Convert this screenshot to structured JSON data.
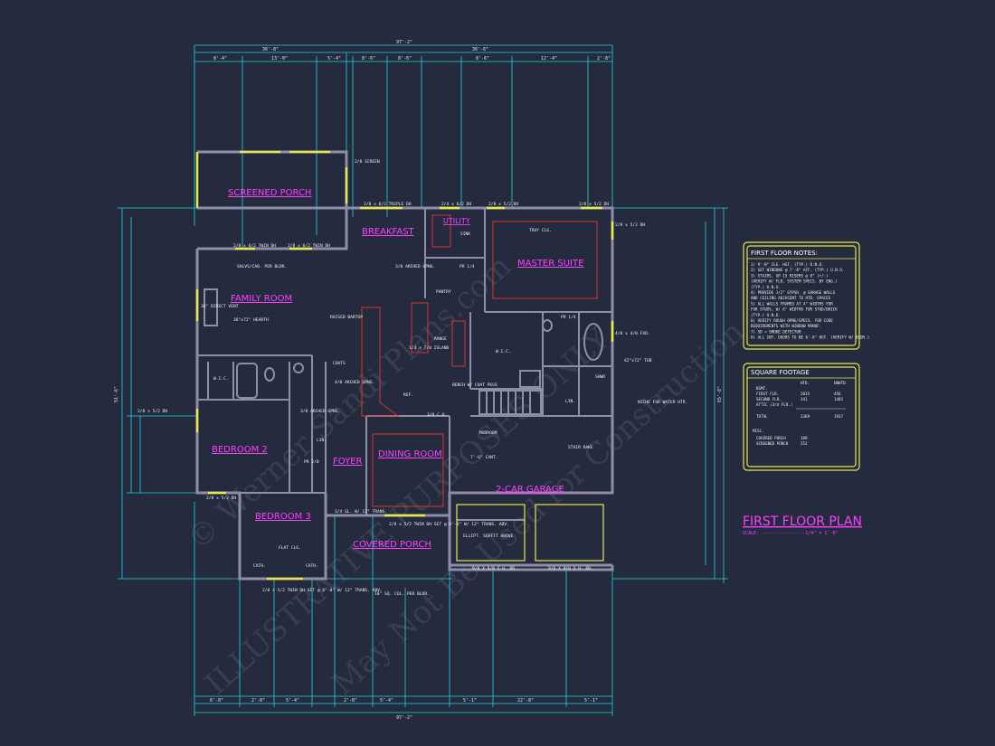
{
  "rooms": {
    "screened_porch": "SCREENED PORCH",
    "breakfast": "BREAKFAST",
    "master_suite": "MASTER SUITE",
    "family_room": "FAMILY ROOM",
    "bedroom2": "BEDROOM 2",
    "bedroom3": "BEDROOM 3",
    "foyer": "FOYER",
    "dining_room": "DINING ROOM",
    "garage": "2-CAR GARAGE",
    "covered_porch": "COVERED PORCH",
    "utility": "UTILITY",
    "pantry": "PANTRY",
    "mudroom": "MUDROOM",
    "wic1": "W.I.C.",
    "wic2": "W.I.C.",
    "coats": "COATS",
    "lin1": "LIN.",
    "lin2": "LIN."
  },
  "dimensions": {
    "overall": "97'-2\"",
    "left_block": "36'-8\"",
    "right_block": "36'-6\"",
    "d1": "8'-4\"",
    "d2": "13'-0\"",
    "d3": "5'-4\"",
    "d4": "8'-6\"",
    "d5": "8'-6\"",
    "d6": "8'-6\"",
    "d7": "12'-4\"",
    "d8": "2'-8\"",
    "side_right": "65'-8\"",
    "side_left": "51'-6\"",
    "bottom1": "6'-8\"",
    "bottom2": "2'-8\"",
    "bottom3": "5'-4\"",
    "bottom4": "2'-8\"",
    "bottom5": "5'-4\"",
    "bottom6": "5'-1\"",
    "bottom7": "22'-8\"",
    "bottom8": "5'-1\""
  },
  "annotations": {
    "screen": "2/8 SCREEN",
    "triple_dh": "2/8 x 6/2 TRIPLE DH",
    "dh_a": "2/4 x 6/2 DH",
    "dh_b": "2/8 x 5/2 DH",
    "dh_c": "2/8 x 5/2 DH",
    "dh_d": "2/8 x 5/2 DH",
    "twin_dh1": "2/8 x 6/2 TWIN DH",
    "twin_dh2": "2/8 x 6/2 TWIN DH",
    "dh_bed2": "2/8 x 5/2 DH",
    "dh_bed2b": "2/8 x 5/2 DH",
    "shelves": "SHLVS/CAB. PER BLDR.",
    "direct_vent": "36\" DIRECT VENT",
    "hearth": "36\"x72\" HEARTH",
    "raised_bartop": "RAISED BARTOP",
    "arched_opng": "3/0 ARCHED OPNG.",
    "arched_opng2": "4/0 ARCHED OPNG.",
    "arched_opng3": "3/0 ARCHED OPNG.",
    "island": "1/3 x 7/0 ISLAND",
    "range": "RANGE",
    "ref": "REF.",
    "tray_clg": "TRAY CLG.",
    "sink": "SINK",
    "niche": "NICHE FOR WATER HTR.",
    "tub": "42\"x72\" TUB",
    "fxd": "4/0 x 4/0 FXD.",
    "shwr": "SHWR",
    "bench": "BENCH W/ COAT PEGS",
    "co": "3/0 C.O.",
    "stair": "STAIR RAKE",
    "cant": "7'-6\" CANT.",
    "ellipt": "ELLIPT. SOFFIT ABOVE",
    "door1": "9/0 X 8/0 O.H. DR.",
    "door2": "9/0 X 8/0 O.H. DR.",
    "col": "10\" SQ. COL. PER BLDR.",
    "twin_front": "2/8 x 5/2 TWIN DH SET @ 6'-8\" W/ 12\" TRANS. ABV.",
    "twin_bed3": "2/8 x 5/2 TWIN DH SET @ 6'-8\" W/ 12\" TRANS. ABV.",
    "gl": "3/4 GL. W/ 12\" TRANS.",
    "flat": "FLAT CLG.",
    "cath1": "CATH.",
    "cath2": "CATH.",
    "pr14a": "PR 1/4",
    "pr14b": "PR 1/4",
    "pr20": "PR 2/0"
  },
  "notes_box": {
    "title": "FIRST FLOOR NOTES:",
    "lines": [
      "1) 9'-0\" CLG. HGT. (TYP.) U.N.O.",
      "2) SET WINDOWS @ 7'-8\" AFF. (TYP.) U.N.O.",
      "3) STAIRS, UP 15 RISERS @ 8\" (+/-)",
      "   (VERIFY W/ FLR. SYSTEM SPECS. BY ENG.)",
      "   (TYP.) U.N.O.",
      "4) PROVIDE 1/2\" GYPSD. @ GARAGE WALLS",
      "   AND CEILING ADJACENT TO HTD. SPACES",
      "5) ALL WALLS FRAMED AT 4\" WIDTHS FOR",
      "   FOR STUDS, W/ 6\" WIDTHS FOR STUD/BRICK",
      "   (TYP.) U.N.O.",
      "6) VERIFY ROUGH OPNG/SPECS. FOR CODE",
      "   REQUIREMENTS WITH WINDOW MANUF.",
      "7) SD = SMOKE DETECTOR",
      "8) ALL INT. DOORS TO BE 6'-8\" HGT. (VERIFY W/ BLDR.)"
    ]
  },
  "sqft_box": {
    "title": "SQUARE FOOTAGE",
    "col1": "HTD.",
    "col2": "UNHTD.",
    "rows": [
      {
        "label": "BSMT.",
        "htd": "",
        "unhtd": ""
      },
      {
        "label": "FIRST FLR.",
        "htd": "2035",
        "unhtd": "456"
      },
      {
        "label": "SECOND FLR.",
        "htd": "341",
        "unhtd": "1481"
      },
      {
        "label": "ATTIC (3rd FLR.)",
        "htd": "",
        "unhtd": ""
      }
    ],
    "total_label": "TOTAL",
    "total_htd": "2369",
    "total_unhtd": "1937",
    "misc_label": "MISC.",
    "misc": [
      {
        "label": "COVERED PORCH",
        "val": "189"
      },
      {
        "label": "SCREENED PORCH",
        "val": "252"
      }
    ]
  },
  "title": {
    "main": "FIRST FLOOR PLAN",
    "scale": "SCALE: ----------------1/4\" = 1'-0\""
  },
  "watermark": {
    "line1": "© Werner Sandi Plans.com",
    "line2": "ILLUSTRATIVE PURPOSES ONLY",
    "line3": "May Not Be Used for Construction"
  },
  "colors": {
    "background": "#242b3e",
    "dimension": "#1fd3e0",
    "wall": "#8e8ea8",
    "room_label": "#ff3fff",
    "window": "#e8e84a",
    "kitchen_detail": "#e03030"
  }
}
